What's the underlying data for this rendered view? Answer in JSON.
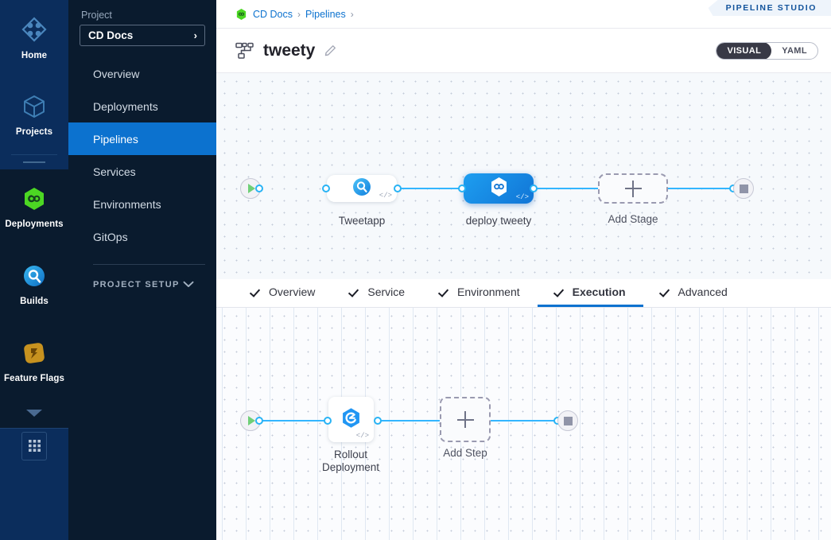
{
  "rail": {
    "items": [
      {
        "label": "Home",
        "icon": "home-diamonds-icon"
      },
      {
        "label": "Projects",
        "icon": "cube-icon"
      },
      {
        "label": "Deployments",
        "icon": "harness-cd-hex-icon"
      },
      {
        "label": "Builds",
        "icon": "builds-magnifier-icon"
      },
      {
        "label": "Feature Flags",
        "icon": "feature-flags-icon"
      }
    ],
    "expand_icon": "caret-down-icon",
    "grid_icon": "app-grid-icon"
  },
  "sidebar": {
    "section_label": "Project",
    "project_name": "CD Docs",
    "project_chevron": "›",
    "items": [
      {
        "label": "Overview",
        "active": false
      },
      {
        "label": "Deployments",
        "active": false
      },
      {
        "label": "Pipelines",
        "active": true
      },
      {
        "label": "Services",
        "active": false
      },
      {
        "label": "Environments",
        "active": false
      },
      {
        "label": "GitOps",
        "active": false
      }
    ],
    "setup_label": "PROJECT SETUP",
    "setup_icon": "chevron-down-icon"
  },
  "header": {
    "studio_badge": "PIPELINE STUDIO",
    "breadcrumbs": [
      {
        "label": "CD Docs",
        "icon": "harness-cd-hex-icon"
      },
      {
        "label": "Pipelines",
        "icon": ""
      }
    ],
    "separator": "›",
    "pipeline_icon": "pipeline-hierarchy-icon",
    "pipeline_name": "tweety",
    "edit_icon": "pencil-edit-icon",
    "mode_toggle": {
      "visual": "VISUAL",
      "yaml": "YAML",
      "selected": "VISUAL"
    }
  },
  "stage_canvas": {
    "start_icon": "play-start-icon",
    "end_icon": "stop-end-icon",
    "stages": [
      {
        "name": "Tweetapp",
        "icon": "builds-magnifier-icon",
        "selected": false,
        "code_tag": "</>"
      },
      {
        "name": "deploy tweety",
        "icon": "harness-cd-hex-icon",
        "selected": true,
        "code_tag": "</>"
      }
    ],
    "add_stage_label": "Add Stage",
    "add_icon": "plus-icon"
  },
  "tabs": [
    {
      "label": "Overview",
      "active": false,
      "check": true
    },
    {
      "label": "Service",
      "active": false,
      "check": true
    },
    {
      "label": "Environment",
      "active": false,
      "check": true
    },
    {
      "label": "Execution",
      "active": true,
      "check": true
    },
    {
      "label": "Advanced",
      "active": false,
      "check": true
    }
  ],
  "step_canvas": {
    "start_icon": "play-start-icon",
    "end_icon": "stop-end-icon",
    "steps": [
      {
        "name_line1": "Rollout",
        "name_line2": "Deployment",
        "icon": "kubernetes-rollout-icon",
        "code_tag": "</>"
      }
    ],
    "add_step_label": "Add Step",
    "add_icon": "plus-icon"
  },
  "colors": {
    "accent_blue": "#0c72cf",
    "edge_blue": "#33b6ff",
    "rail_bg": "#0b2d5c",
    "sidebar_bg": "#0a1b2e",
    "green": "#4dc952",
    "selected_node": "#1785e0"
  }
}
